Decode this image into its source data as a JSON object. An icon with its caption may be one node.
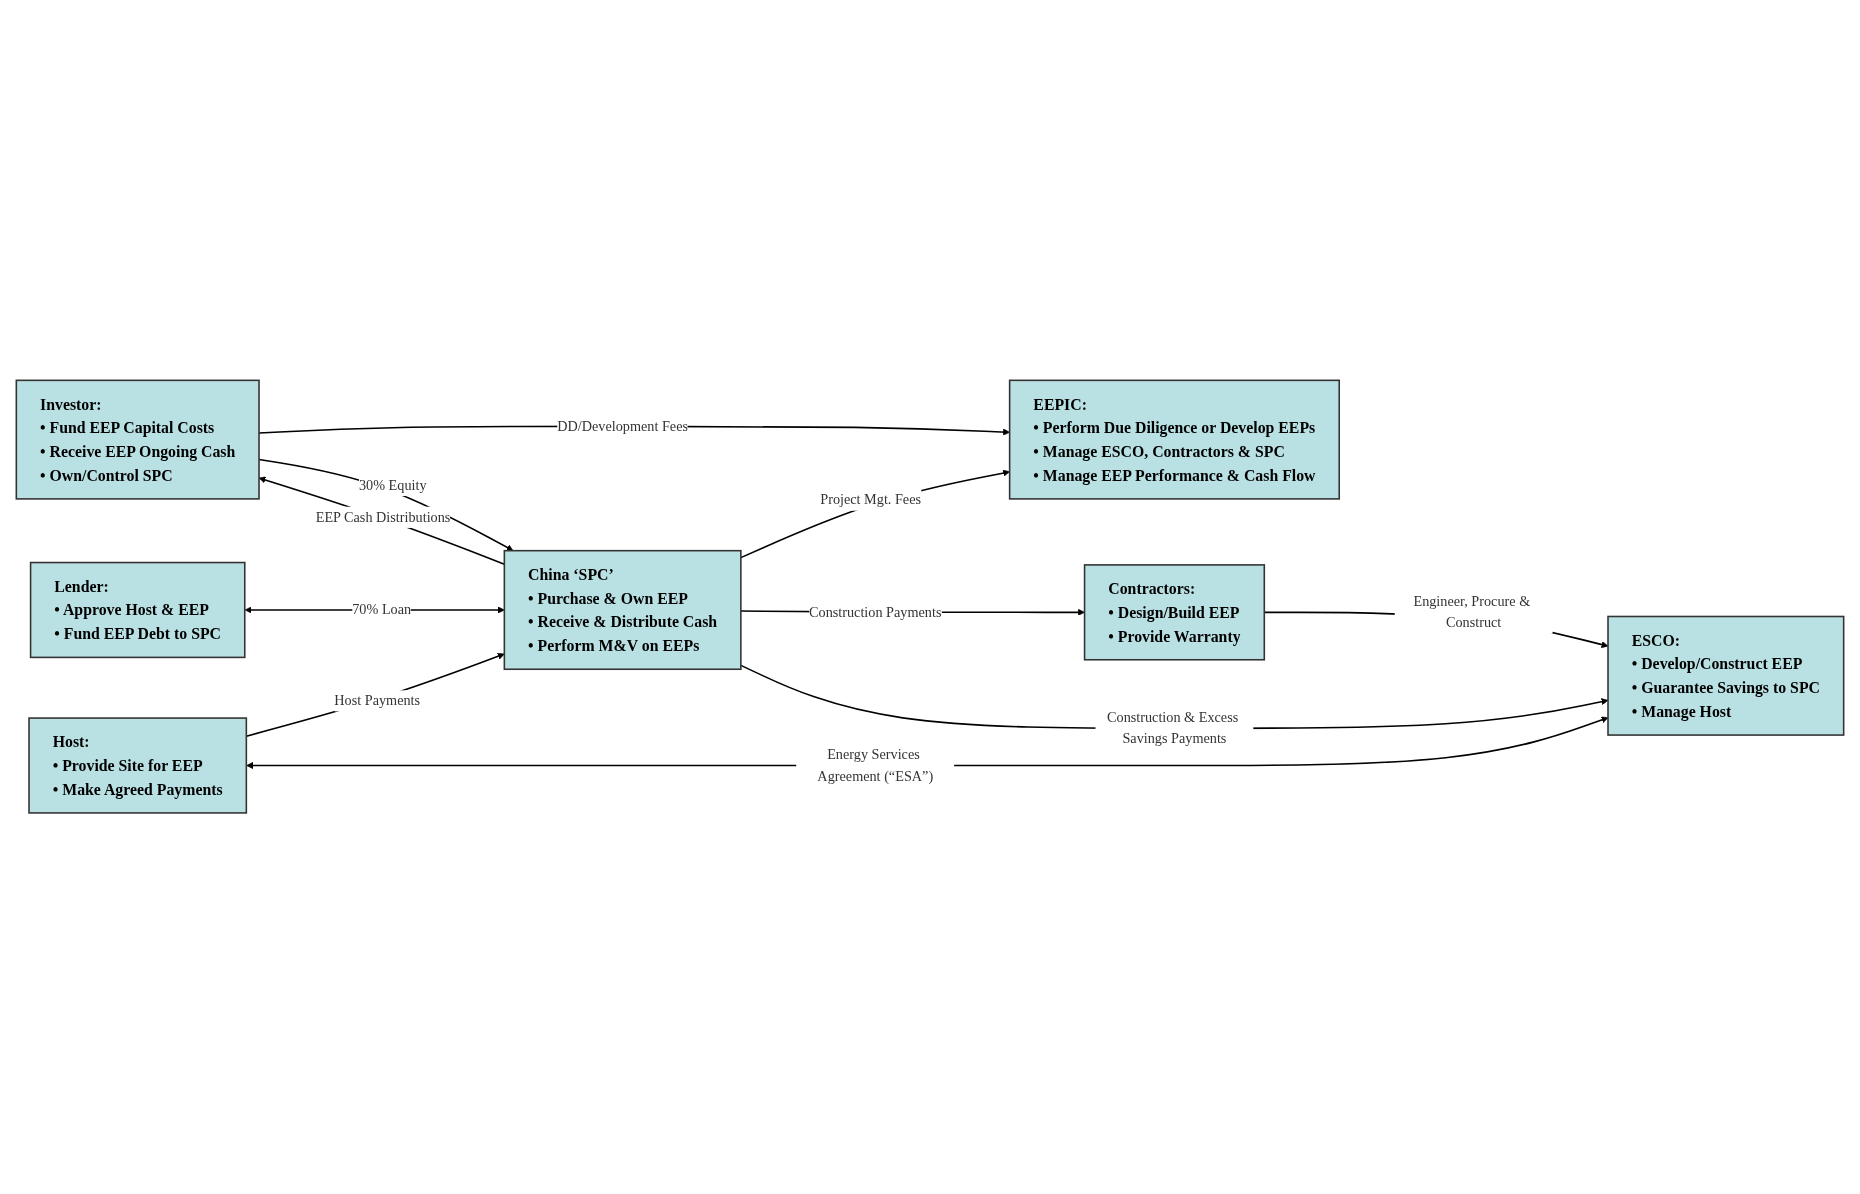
{
  "diagram": {
    "nodes": [
      {
        "text": [
          "Investor:",
          "• Fund EEP Capital Costs",
          "• Receive EEP Ongoing Cash",
          "• Own/Control SPC"
        ]
      },
      {
        "text": [
          "EEPIC:",
          "• Perform Due Diligence or Develop EEPs",
          "• Manage ESCO, Contractors & SPC",
          "• Manage EEP Performance & Cash Flow"
        ]
      },
      {
        "text": [
          "Lender:",
          "• Approve Host & EEP",
          "• Fund EEP Debt to SPC"
        ]
      },
      {
        "text": [
          "China ‘SPC’",
          "• Purchase & Own EEP",
          "• Receive & Distribute Cash",
          "• Perform M&V on EEPs"
        ]
      },
      {
        "text": [
          "Contractors:",
          "• Design/Build EEP",
          "• Provide Warranty"
        ]
      },
      {
        "text": [
          "Host:",
          "• Provide Site for EEP",
          "• Make Agreed Payments"
        ]
      },
      {
        "text": [
          "ESCO:",
          "• Develop/Construct EEP",
          "• Guarantee Savings to SPC",
          "• Manage Host"
        ]
      }
    ],
    "edges": [
      {
        "from": 0,
        "to": 1,
        "arrow": "to",
        "label": "DD/Development Fees"
      },
      {
        "from": 0,
        "to": 3,
        "arrow": "to",
        "label": "30% Equity"
      },
      {
        "from": 3,
        "to": 0,
        "arrow": "to",
        "label": "EEP Cash Distributions"
      },
      {
        "from": 3,
        "to": 1,
        "arrow": "to",
        "label": "Project Mgt. Fees"
      },
      {
        "from": 2,
        "to": 3,
        "arrow": "both",
        "label": "70% Loan"
      },
      {
        "from": 3,
        "to": 4,
        "arrow": "to",
        "label": "Construction Payments"
      },
      {
        "from": 3,
        "to": 6,
        "arrow": "to",
        "label": "Construction & Excess Savings Payments"
      },
      {
        "from": 4,
        "to": 6,
        "arrow": "to",
        "label": "Engineer, Procure & Construct"
      },
      {
        "from": 5,
        "to": 3,
        "arrow": "to",
        "label": "Host Payments"
      },
      {
        "from": 5,
        "to": 6,
        "arrow": "both",
        "label": "Energy Services Agreement (“ESA”)"
      }
    ]
  }
}
